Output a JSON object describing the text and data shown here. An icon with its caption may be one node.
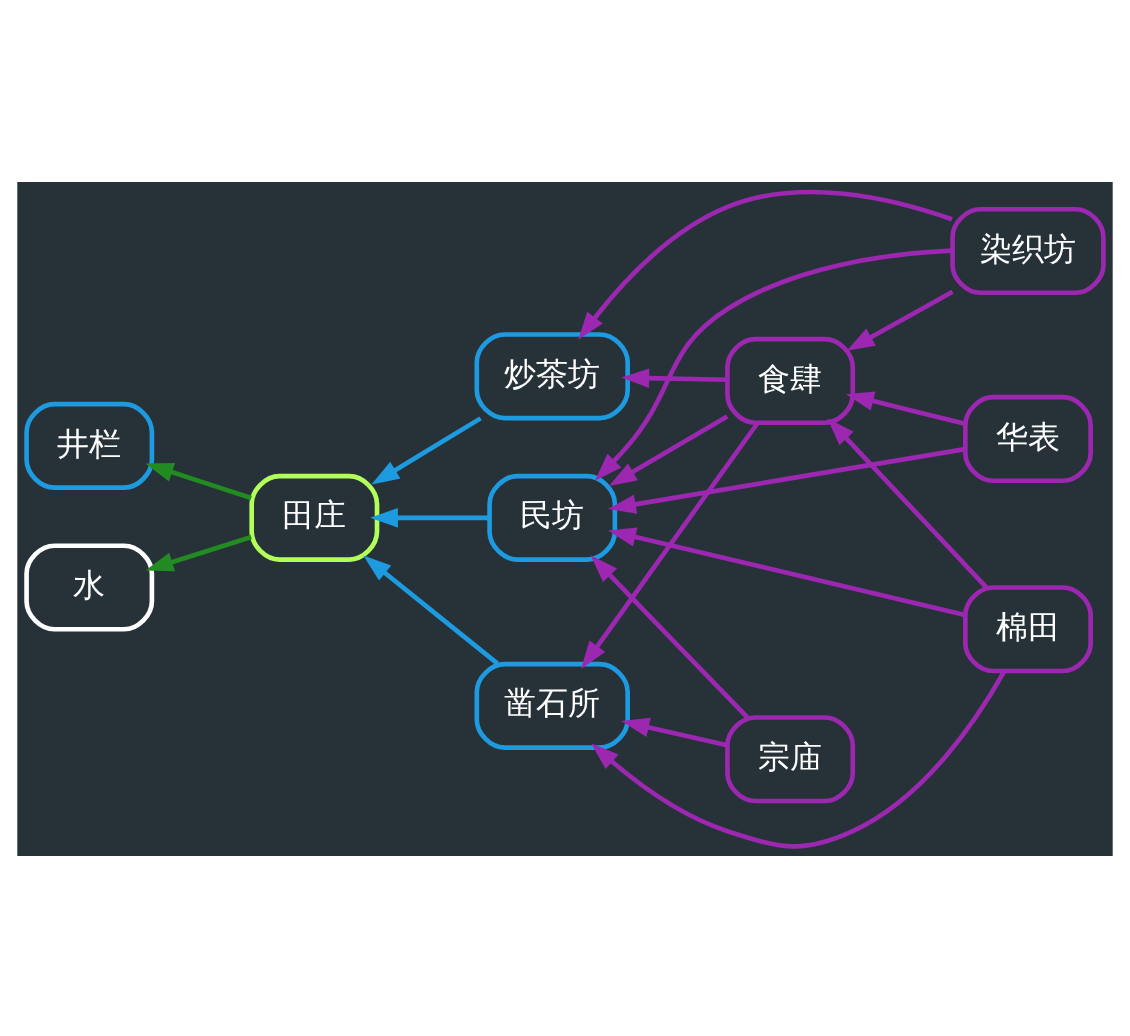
{
  "diagram": {
    "nodes": [
      {
        "text": [
          "染织坊"
        ]
      },
      {
        "text": [
          "华表"
        ]
      },
      {
        "text": [
          "炒茶坊"
        ]
      },
      {
        "text": [
          "井栏"
        ]
      },
      {
        "text": [
          "田庄"
        ]
      },
      {
        "text": [
          "民坊"
        ]
      },
      {
        "text": [
          "食肆"
        ]
      },
      {
        "text": [
          "水"
        ]
      },
      {
        "text": [
          "凿石所"
        ]
      },
      {
        "text": [
          "宗庙"
        ]
      },
      {
        "text": [
          "棉田"
        ]
      }
    ],
    "edges": [
      {
        "from": 4,
        "to": 3,
        "arrow": "to",
        "color": "#228b22"
      },
      {
        "from": 4,
        "to": 7,
        "arrow": "to",
        "color": "#228b22"
      },
      {
        "from": 2,
        "to": 4,
        "arrow": "to",
        "color": "#1e9be0"
      },
      {
        "from": 5,
        "to": 4,
        "arrow": "to",
        "color": "#1e9be0"
      },
      {
        "from": 8,
        "to": 4,
        "arrow": "to",
        "color": "#1e9be0"
      },
      {
        "from": 0,
        "to": 2,
        "arrow": "to"
      },
      {
        "from": 0,
        "to": 5,
        "arrow": "to"
      },
      {
        "from": 0,
        "to": 6,
        "arrow": "to"
      },
      {
        "from": 1,
        "to": 5,
        "arrow": "to"
      },
      {
        "from": 1,
        "to": 6,
        "arrow": "to"
      },
      {
        "from": 6,
        "to": 2,
        "arrow": "to"
      },
      {
        "from": 6,
        "to": 5,
        "arrow": "to"
      },
      {
        "from": 6,
        "to": 8,
        "arrow": "to"
      },
      {
        "from": 9,
        "to": 5,
        "arrow": "to"
      },
      {
        "from": 9,
        "to": 8,
        "arrow": "to"
      },
      {
        "from": 10,
        "to": 5,
        "arrow": "to"
      },
      {
        "from": 10,
        "to": 6,
        "arrow": "to"
      },
      {
        "from": 10,
        "to": 8,
        "arrow": "to"
      }
    ]
  }
}
